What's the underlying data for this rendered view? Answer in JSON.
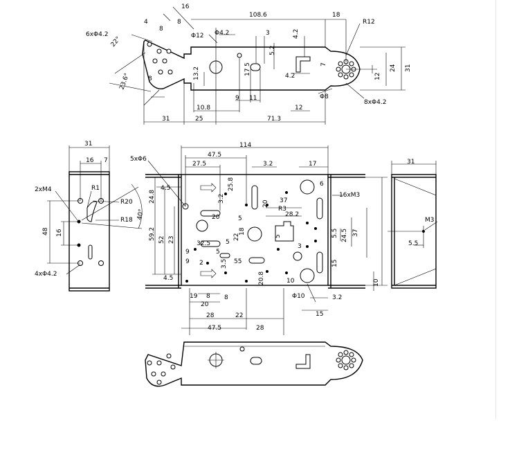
{
  "top_view": {
    "dims": [
      "16",
      "108.6",
      "18",
      "R12",
      "4",
      "6xΦ4.2",
      "Φ12",
      "Φ4.2",
      "3",
      "4.2",
      "22°",
      "8",
      "8",
      "5.2",
      "7",
      "24",
      "31",
      "12",
      "13.2",
      "5",
      "17",
      "4.2",
      "23.6°",
      "8",
      "9",
      "11",
      "12",
      "Φ8",
      "8xΦ4.2",
      "10.8",
      "31",
      "25",
      "71.3"
    ]
  },
  "side_view": {
    "dims": [
      "31",
      "16",
      "7",
      "2xM4",
      "R1",
      "R20",
      "R18",
      "40°",
      "48",
      "16",
      "4xΦ4.2"
    ]
  },
  "plan_view": {
    "dims": [
      "114",
      "47.5",
      "27.5",
      "3.2",
      "17",
      "5xΦ6",
      "6",
      "4.5",
      "24.8",
      "25.8",
      "3.2",
      "20",
      "R3",
      "37",
      "16xM3",
      "28.2",
      "20",
      "5",
      "18",
      "22",
      "5",
      "37",
      "24.5",
      "5.5",
      "59.2",
      "52",
      "23",
      "9",
      "32.5",
      "5",
      "5",
      "3",
      "3.5",
      "15",
      "9",
      "2",
      "55",
      "4.5",
      "19",
      "8",
      "20",
      "8",
      "20.8",
      "10",
      "Φ10",
      "3.2",
      "15",
      "28",
      "22",
      "47.5",
      "28"
    ]
  },
  "end_view": {
    "dims": [
      "31",
      "M3",
      "5.5",
      "10"
    ]
  }
}
